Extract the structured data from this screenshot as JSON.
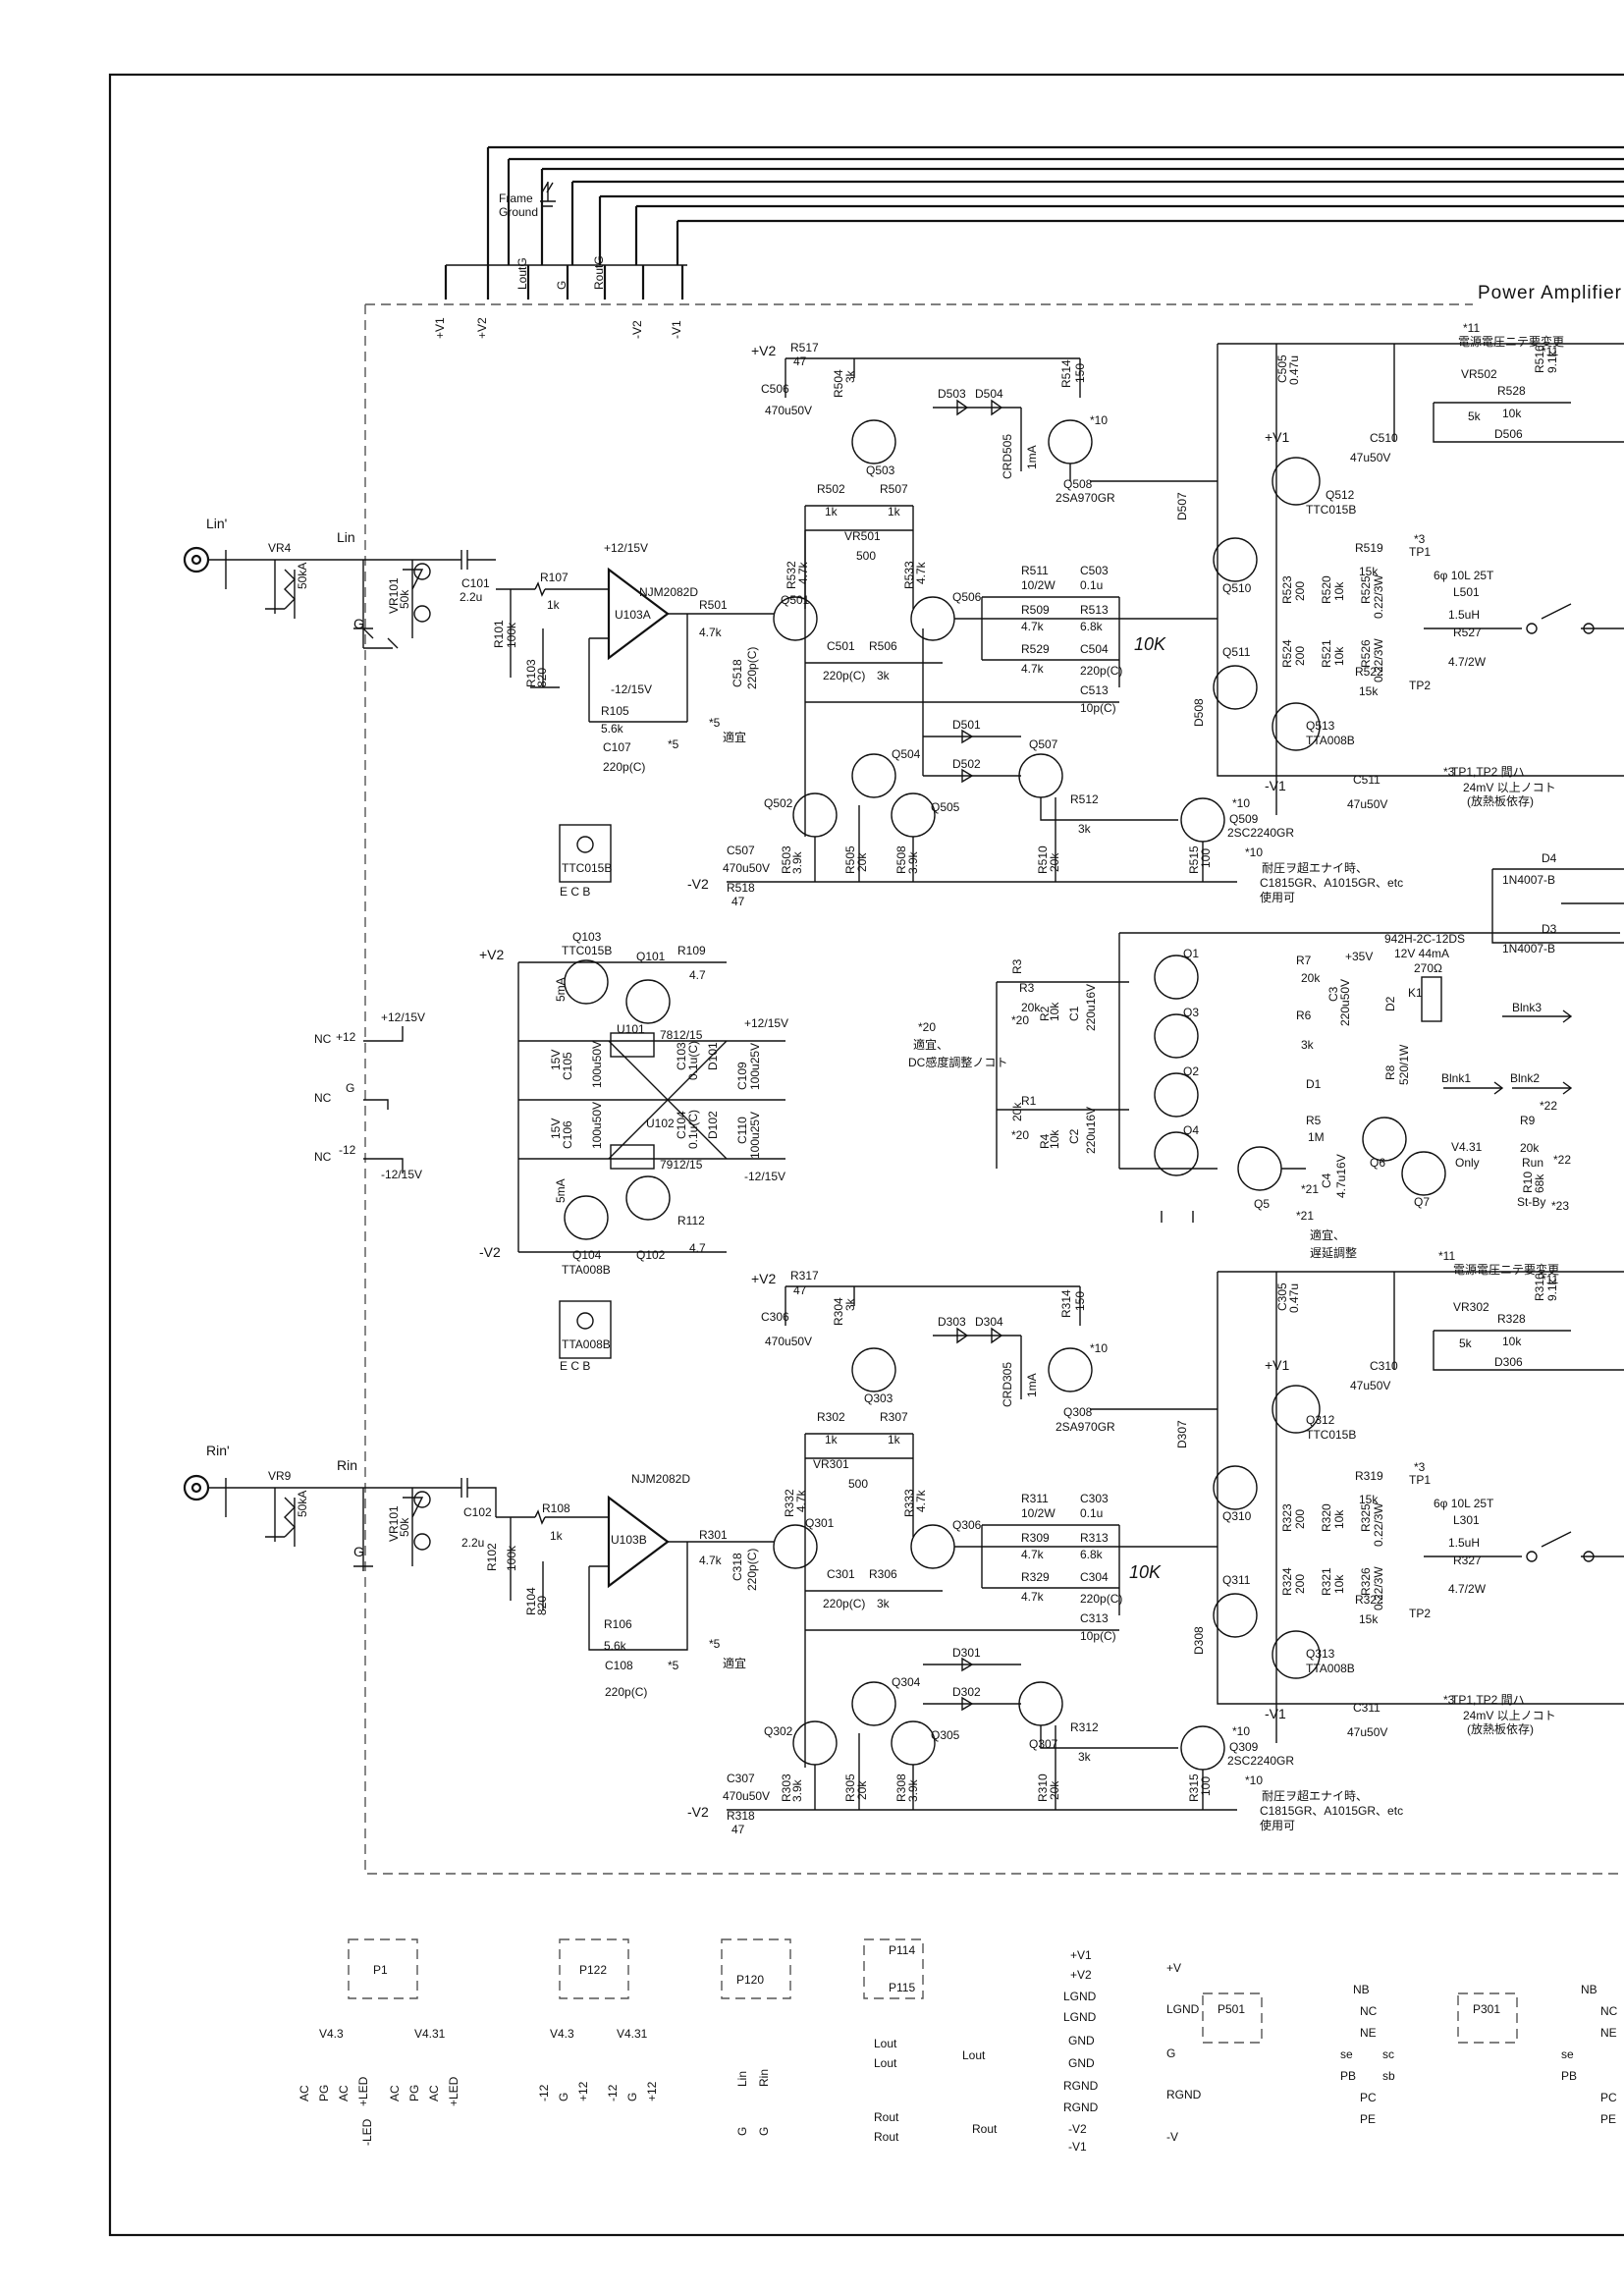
{
  "title": "Power Amplifier",
  "frame_ground": [
    "Frame",
    "Ground"
  ],
  "top_terminals": [
    "+V1",
    "+V2",
    "LoutG",
    "G",
    "RoutG",
    "-V2",
    "-V1"
  ],
  "notes": {
    "n11": "*11",
    "n11_text": "電源電圧ニテ要変更",
    "n3": "*3",
    "n3_text1": "TP1,TP2 間ハ",
    "n3_text2": "24mV 以上ノコト",
    "n3_text3": "(放熱板依存)",
    "n10": "*10",
    "n10_text1": "耐圧ヲ超エナイ時、",
    "n10_text2": "C1815GR、A1015GR、etc",
    "n10_text3": "使用可",
    "n5": "*5",
    "n5_text": "適宜",
    "n20": "*20",
    "n20_text1": "適宜、",
    "n20_text2": "DC感度調整ノコト",
    "n21": "*21",
    "n21_text1": "適宜、",
    "n21_text2": "遅延調整",
    "n22": "*22",
    "n23": "*23"
  },
  "relay": [
    "942H-2C-12DS",
    "12V 44mA",
    "270Ω"
  ],
  "left_channel": {
    "input": "Lin'",
    "input2": "Lin",
    "vr": [
      "VR4",
      "50kA"
    ],
    "vr101": [
      "VR101",
      "50k"
    ],
    "c101": [
      "C101",
      "2.2u"
    ],
    "r107": [
      "R107",
      "1k"
    ],
    "r101": [
      "R101",
      "100k"
    ],
    "r103": [
      "R103",
      "820"
    ],
    "opamp": [
      "+12/15V",
      "NJM2082D",
      "U103A",
      "-12/15V"
    ],
    "r105": [
      "R105",
      "5.6k"
    ],
    "c107": [
      "C107",
      "220p(C)"
    ],
    "r501": [
      "R501",
      "4.7k"
    ],
    "c518": [
      "C518",
      "220p(C)"
    ],
    "r517": [
      "+V2",
      "R517",
      "47"
    ],
    "c506": [
      "C506",
      "470u50V"
    ],
    "r504": [
      "R504",
      "3k"
    ],
    "d503": "D503",
    "d504": "D504",
    "r514": [
      "R514",
      "150"
    ],
    "q503": "Q503",
    "q508": [
      "Q508",
      "2SA970GR"
    ],
    "crd505": [
      "CRD505",
      "1mA"
    ],
    "r502": [
      "R502",
      "1k"
    ],
    "r507": [
      "R507",
      "1k"
    ],
    "vr501": [
      "VR501",
      "500"
    ],
    "r532": [
      "R532",
      "4.7k"
    ],
    "r533": [
      "R533",
      "4.7k"
    ],
    "q501": "Q501",
    "q506": "Q506",
    "r511": [
      "R511",
      "10/2W"
    ],
    "c503": [
      "C503",
      "0.1u"
    ],
    "r509": [
      "R509",
      "4.7k"
    ],
    "r513": [
      "R513",
      "6.8k"
    ],
    "r529": [
      "R529",
      "4.7k"
    ],
    "c504": [
      "C504",
      "220p(C)"
    ],
    "hand_10k": "10K",
    "c501": [
      "C501",
      "220p(C)"
    ],
    "r506": [
      "R506",
      "3k"
    ],
    "c513": [
      "C513",
      "10p(C)"
    ],
    "d501": "D501",
    "d502": "D502",
    "q504": "Q504",
    "q505": "Q505",
    "q507": "Q507",
    "q502": "Q502",
    "r512": [
      "R512",
      "3k"
    ],
    "q509": [
      "Q509",
      "2SC2240GR"
    ],
    "c507": [
      "C507",
      "470u50V"
    ],
    "r518": [
      "-V2",
      "R518",
      "47"
    ],
    "r503": [
      "R503",
      "3.9k"
    ],
    "r505": [
      "R505",
      "20k"
    ],
    "r508": [
      "R508",
      "3.9k"
    ],
    "r510": [
      "R510",
      "20k"
    ],
    "r515": [
      "R515",
      "100"
    ],
    "c505": [
      "C505",
      "0.47u"
    ],
    "vr502": [
      "VR502",
      "5k"
    ],
    "r528": [
      "R528",
      "10k"
    ],
    "r516": [
      "R516",
      "9.1k"
    ],
    "d506": "D506",
    "v1p": "+V1",
    "c510": [
      "C510",
      "47u50V"
    ],
    "q512": [
      "Q512",
      "TTC015B"
    ],
    "d507": "D507",
    "q510": "Q510",
    "r519": [
      "R519",
      "15k"
    ],
    "tp1": "TP1",
    "r523": [
      "R523",
      "200"
    ],
    "r520": [
      "R520",
      "10k"
    ],
    "r525": [
      "R525",
      "0.22/3W"
    ],
    "l501": [
      "6φ 10L 25T",
      "L501",
      "1.5uH"
    ],
    "r527": [
      "R527",
      "4.7/2W"
    ],
    "q511": "Q511",
    "r524": [
      "R524",
      "200"
    ],
    "r521": [
      "R521",
      "10k"
    ],
    "r526": [
      "R526",
      "0.22/3W"
    ],
    "r522": [
      "R522",
      "15k"
    ],
    "tp2": "TP2",
    "d508": "D508",
    "q513": [
      "Q513",
      "TTA008B"
    ],
    "v1n": "-V1",
    "c511": [
      "C511",
      "47u50V"
    ]
  },
  "right_channel": {
    "input": "Rin'",
    "input2": "Rin",
    "vr": [
      "VR9",
      "50kA"
    ],
    "vr101": [
      "VR101",
      "50k"
    ],
    "c102": [
      "C102",
      "2.2u"
    ],
    "r108": [
      "R108",
      "1k"
    ],
    "r102": [
      "R102",
      "100k"
    ],
    "r104": [
      "R104",
      "820"
    ],
    "opamp": [
      "NJM2082D",
      "U103B"
    ],
    "r106": [
      "R106",
      "5.6k"
    ],
    "c108": [
      "C108",
      "220p(C)"
    ],
    "r301": [
      "R301",
      "4.7k"
    ],
    "c318": [
      "C318",
      "220p(C)"
    ],
    "r317": [
      "+V2",
      "R317",
      "47"
    ],
    "c306": [
      "C306",
      "470u50V"
    ],
    "r304": [
      "R304",
      "3k"
    ],
    "d303": "D303",
    "d304": "D304",
    "r314": [
      "R314",
      "150"
    ],
    "q303": "Q303",
    "q308": [
      "Q308",
      "2SA970GR"
    ],
    "crd305": [
      "CRD305",
      "1mA"
    ],
    "r302": [
      "R302",
      "1k"
    ],
    "r307": [
      "R307",
      "1k"
    ],
    "vr301": [
      "VR301",
      "500"
    ],
    "r332": [
      "R332",
      "4.7k"
    ],
    "r333": [
      "R333",
      "4.7k"
    ],
    "q301": "Q301",
    "q306": "Q306",
    "r311": [
      "R311",
      "10/2W"
    ],
    "c303": [
      "C303",
      "0.1u"
    ],
    "r309": [
      "R309",
      "4.7k"
    ],
    "r313": [
      "R313",
      "6.8k"
    ],
    "r329": [
      "R329",
      "4.7k"
    ],
    "c304": [
      "C304",
      "220p(C)"
    ],
    "hand_10k": "10K",
    "c301": [
      "C301",
      "220p(C)"
    ],
    "r306": [
      "R306",
      "3k"
    ],
    "c313": [
      "C313",
      "10p(C)"
    ],
    "d301": "D301",
    "d302": "D302",
    "q304": "Q304",
    "q305": "Q305",
    "q307": "Q307",
    "q302": "Q302",
    "r312": [
      "R312",
      "3k"
    ],
    "q309": [
      "Q309",
      "2SC2240GR"
    ],
    "c307": [
      "C307",
      "470u50V"
    ],
    "r318": [
      "-V2",
      "R318",
      "47"
    ],
    "r303": [
      "R303",
      "3.9k"
    ],
    "r305": [
      "R305",
      "20k"
    ],
    "r308": [
      "R308",
      "3.9k"
    ],
    "r310": [
      "R310",
      "20k"
    ],
    "r315": [
      "R315",
      "100"
    ],
    "c305": [
      "C305",
      "0.47u"
    ],
    "vr302": [
      "VR302",
      "5k"
    ],
    "r328": [
      "R328",
      "10k"
    ],
    "r316": [
      "R316",
      "9.1k"
    ],
    "d306": "D306",
    "v1p": "+V1",
    "c310": [
      "C310",
      "47u50V"
    ],
    "q312": [
      "Q312",
      "TTC015B"
    ],
    "d307": "D307",
    "q310": "Q310",
    "r319": [
      "R319",
      "15k"
    ],
    "tp1": "TP1",
    "r323": [
      "R323",
      "200"
    ],
    "r320": [
      "R320",
      "10k"
    ],
    "r325": [
      "R325",
      "0.22/3W"
    ],
    "l301": [
      "6φ 10L 25T",
      "L301",
      "1.5uH"
    ],
    "r327": [
      "R327",
      "4.7/2W"
    ],
    "q311": "Q311",
    "r324": [
      "R324",
      "200"
    ],
    "r321": [
      "R321",
      "10k"
    ],
    "r326": [
      "R326",
      "0.22/3W"
    ],
    "r322": [
      "R322",
      "15k"
    ],
    "tp2": "TP2",
    "d308": "D308",
    "q313": [
      "Q313",
      "TTA008B"
    ],
    "v1n": "-V1",
    "c311": [
      "C311",
      "47u50V"
    ]
  },
  "power_supply": {
    "pkg1": [
      "TTC015B",
      "E C B"
    ],
    "pkg2": [
      "TTA008B",
      "E C B"
    ],
    "v2p": "+V2",
    "v2n": "-V2",
    "q103": [
      "Q103",
      "TTC015B"
    ],
    "q101": "Q101",
    "r109": [
      "R109",
      "4.7"
    ],
    "q104": [
      "Q104",
      "TTA008B"
    ],
    "q102": "Q102",
    "r112": [
      "R112",
      "4.7"
    ],
    "crd_top": "5mA",
    "crd_bot": "5mA",
    "z1": "15V",
    "z2": "15V",
    "c105": [
      "C105",
      "100u50V"
    ],
    "c106": [
      "C106",
      "100u50V"
    ],
    "u101": [
      "U101",
      "7812/15"
    ],
    "u102": [
      "U102",
      "7912/15"
    ],
    "c103": [
      "C103",
      "0.1u(C)"
    ],
    "c104": [
      "C104",
      "0.1u(C)"
    ],
    "d101": "D101",
    "d102": "D102",
    "c109": [
      "C109",
      "100u25V"
    ],
    "c110": [
      "C110",
      "100u25V"
    ],
    "p12": "+12/15V",
    "m12": "-12/15V",
    "nc": [
      "NC",
      "NC",
      "NC"
    ],
    "pins": [
      "+12",
      "G",
      "-12"
    ],
    "out_p": "+12/15V",
    "out_m": "-12/15V"
  },
  "protection": {
    "r3": [
      "R3",
      "20k"
    ],
    "r2": [
      "R2",
      "10k"
    ],
    "c1": [
      "C1",
      "220u16V"
    ],
    "r1": [
      "R1",
      "20k"
    ],
    "r4": [
      "R4",
      "10k"
    ],
    "c2": [
      "C2",
      "220u16V"
    ],
    "n20a": "*20",
    "n20b": "*20",
    "q1": "Q1",
    "q2": "Q2",
    "q3": "Q3",
    "q4": "Q4",
    "q5": "Q5",
    "r7": [
      "R7",
      "20k"
    ],
    "v35": "+35V",
    "c3": [
      "C3",
      "220u50V"
    ],
    "r6": [
      "R6",
      "3k"
    ],
    "d2": "D2",
    "k1": "K1",
    "r8": [
      "R8",
      "520/1W"
    ],
    "d1": "D1",
    "r5": [
      "R5",
      "1M"
    ],
    "c4": [
      "C4",
      "4.7u16V"
    ],
    "q6": "Q6",
    "q7": "Q7",
    "blnk1": "Blnk1",
    "blnk2": "Blnk2",
    "blnk3": "Blnk3",
    "v431": [
      "V4.31",
      "Only"
    ],
    "r9": [
      "R9",
      "20k"
    ],
    "run": "Run",
    "r10": [
      "R10",
      "68k"
    ],
    "stby": "St-By",
    "d4": [
      "D4",
      "1N4007-B"
    ],
    "d3": [
      "D3",
      "1N4007-B"
    ]
  },
  "connectors": {
    "p1": "P1",
    "p1_ver": [
      "V4.3",
      "V4.31"
    ],
    "p1_pins": [
      "AC",
      "PG",
      "AC",
      "+LED",
      "AC",
      "PG",
      "AC",
      "+LED",
      "-LED"
    ],
    "p122": "P122",
    "p122_ver": [
      "V4.3",
      "V4.31"
    ],
    "p122_pins": [
      "-12",
      "G",
      "+12",
      "-12",
      "G",
      "+12"
    ],
    "p120": "P120",
    "p120_pins": [
      "Lin",
      "Rin",
      "G",
      "G"
    ],
    "p114": "P114",
    "p115": "P115",
    "lout": [
      "Lout",
      "Lout",
      "Lout"
    ],
    "rout": [
      "Rout",
      "Rout",
      "Rout"
    ],
    "pwr_pins": [
      "+V1",
      "+V2",
      "LGND",
      "LGND",
      "GND",
      "GND",
      "RGND",
      "RGND",
      "-V2",
      "-V1"
    ],
    "pwr_out": [
      "+V",
      "LGND",
      "G",
      "RGND",
      "-V"
    ],
    "p501": "P501",
    "p301": "P301",
    "spk_pins": [
      "NB",
      "NC",
      "NE",
      "se",
      "sc",
      "PB",
      "sb",
      "PC",
      "PE"
    ],
    "spk2_pins": [
      "NB",
      "NC",
      "NE",
      "se",
      "PB",
      "PC",
      "PE"
    ]
  }
}
